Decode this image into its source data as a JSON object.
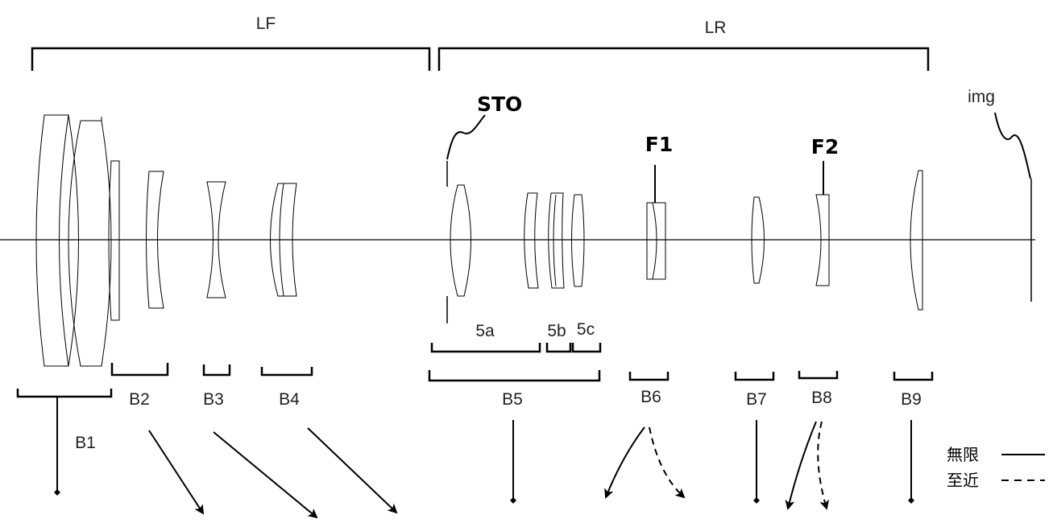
{
  "groups": {
    "front": "LF",
    "rear": "LR"
  },
  "markers": {
    "stop": "STO",
    "image": "img",
    "filter1": "F1",
    "filter2": "F2"
  },
  "subgroups": {
    "a": "5a",
    "b": "5b",
    "c": "5c"
  },
  "blocks": {
    "b1": "B1",
    "b2": "B2",
    "b3": "B3",
    "b4": "B4",
    "b5": "B5",
    "b6": "B6",
    "b7": "B7",
    "b8": "B8",
    "b9": "B9"
  },
  "legend": {
    "infinity": "無限",
    "close": "至近"
  },
  "colors": {
    "ink": "#000000",
    "line": "#222222"
  }
}
